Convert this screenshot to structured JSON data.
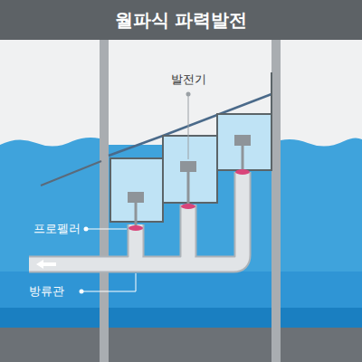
{
  "diagram": {
    "title": "월파식 파력발전",
    "labels": [
      "발전기",
      "프로펠러",
      "방류관"
    ]
  }
}
